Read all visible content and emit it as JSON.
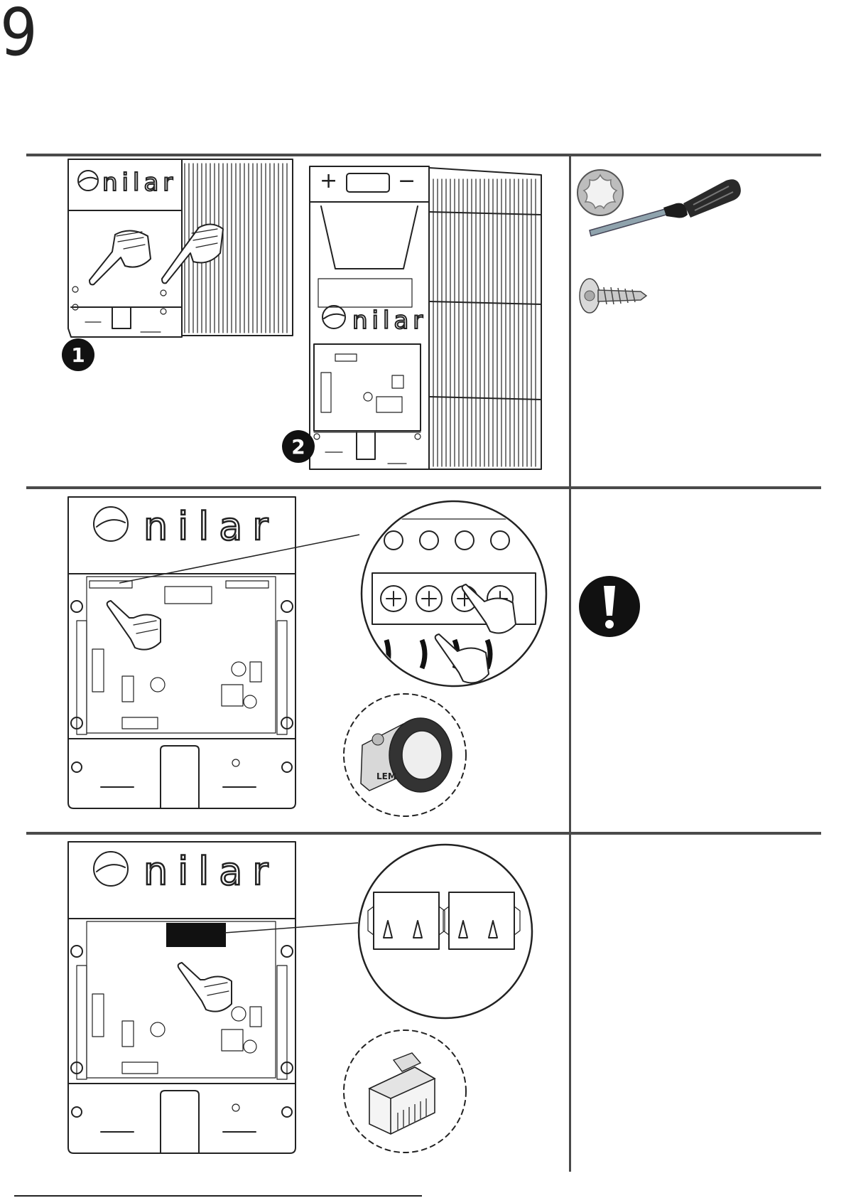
{
  "step": {
    "number": "9"
  },
  "panels": {
    "top": {
      "callouts": [
        "1",
        "2"
      ],
      "brand": "nilar",
      "terminal_signs": [
        "+",
        "−"
      ]
    },
    "middle": {
      "brand": "nilar",
      "sensor_label": "LEM"
    },
    "bottom": {
      "brand": "nilar"
    }
  },
  "icons": {
    "tools": [
      "torx-bit-icon",
      "screwdriver-icon",
      "screw-icon"
    ],
    "warning": "exclamation-warning-icon",
    "hand": "pointing-hand-icon"
  }
}
